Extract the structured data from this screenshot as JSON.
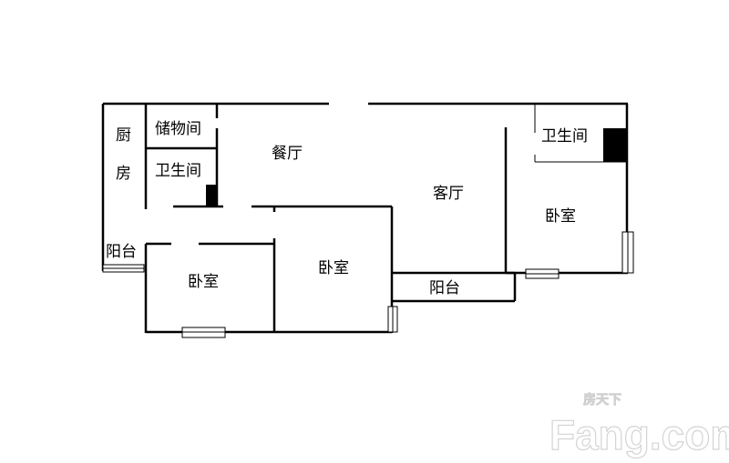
{
  "rooms": {
    "kitchen": "厨房",
    "kitchen_line1": "厨",
    "kitchen_line2": "房",
    "storage": "储物间",
    "bathroom_left": "卫生间",
    "dining": "餐厅",
    "living": "客厅",
    "bathroom_right": "卫生间",
    "bedroom_right": "卧室",
    "bedroom_middle": "卧室",
    "bedroom_left": "卧室",
    "balcony_left": "阳台",
    "balcony_middle": "阳台"
  },
  "watermark": {
    "brand": "Fang.com",
    "brand_cn": "房天下"
  }
}
